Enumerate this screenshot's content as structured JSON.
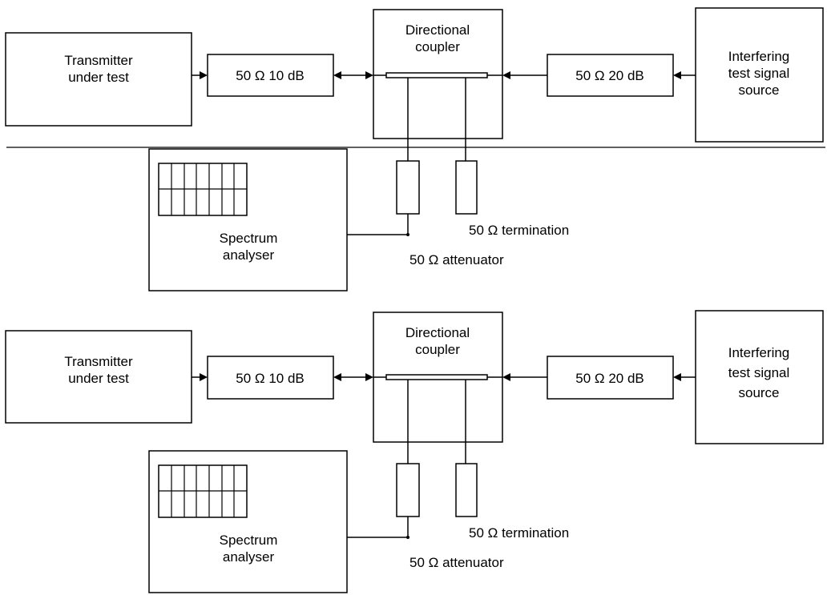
{
  "upper": {
    "transmitter": [
      "Transmitter",
      "under test"
    ],
    "attenuator_10db": "50 Ω 10 dB",
    "coupler": [
      "Directional",
      "coupler"
    ],
    "attenuator_20db": "50 Ω 20 dB",
    "interferer": [
      "Interfering",
      "test signal",
      "source"
    ],
    "analyser": [
      "Spectrum",
      "analyser"
    ],
    "termination_label": "50 Ω termination",
    "attenuator_label": "50 Ω attenuator"
  },
  "lower": {
    "transmitter": [
      "Transmitter",
      "under test"
    ],
    "attenuator_10db": "50 Ω 10 dB",
    "coupler": [
      "Directional",
      "coupler"
    ],
    "attenuator_20db": "50 Ω 20 dB",
    "interferer": [
      "Interfering",
      "test signal",
      "source"
    ],
    "analyser": [
      "Spectrum",
      "analyser"
    ],
    "termination_label": "50 Ω termination",
    "attenuator_label": "50 Ω attenuator"
  }
}
